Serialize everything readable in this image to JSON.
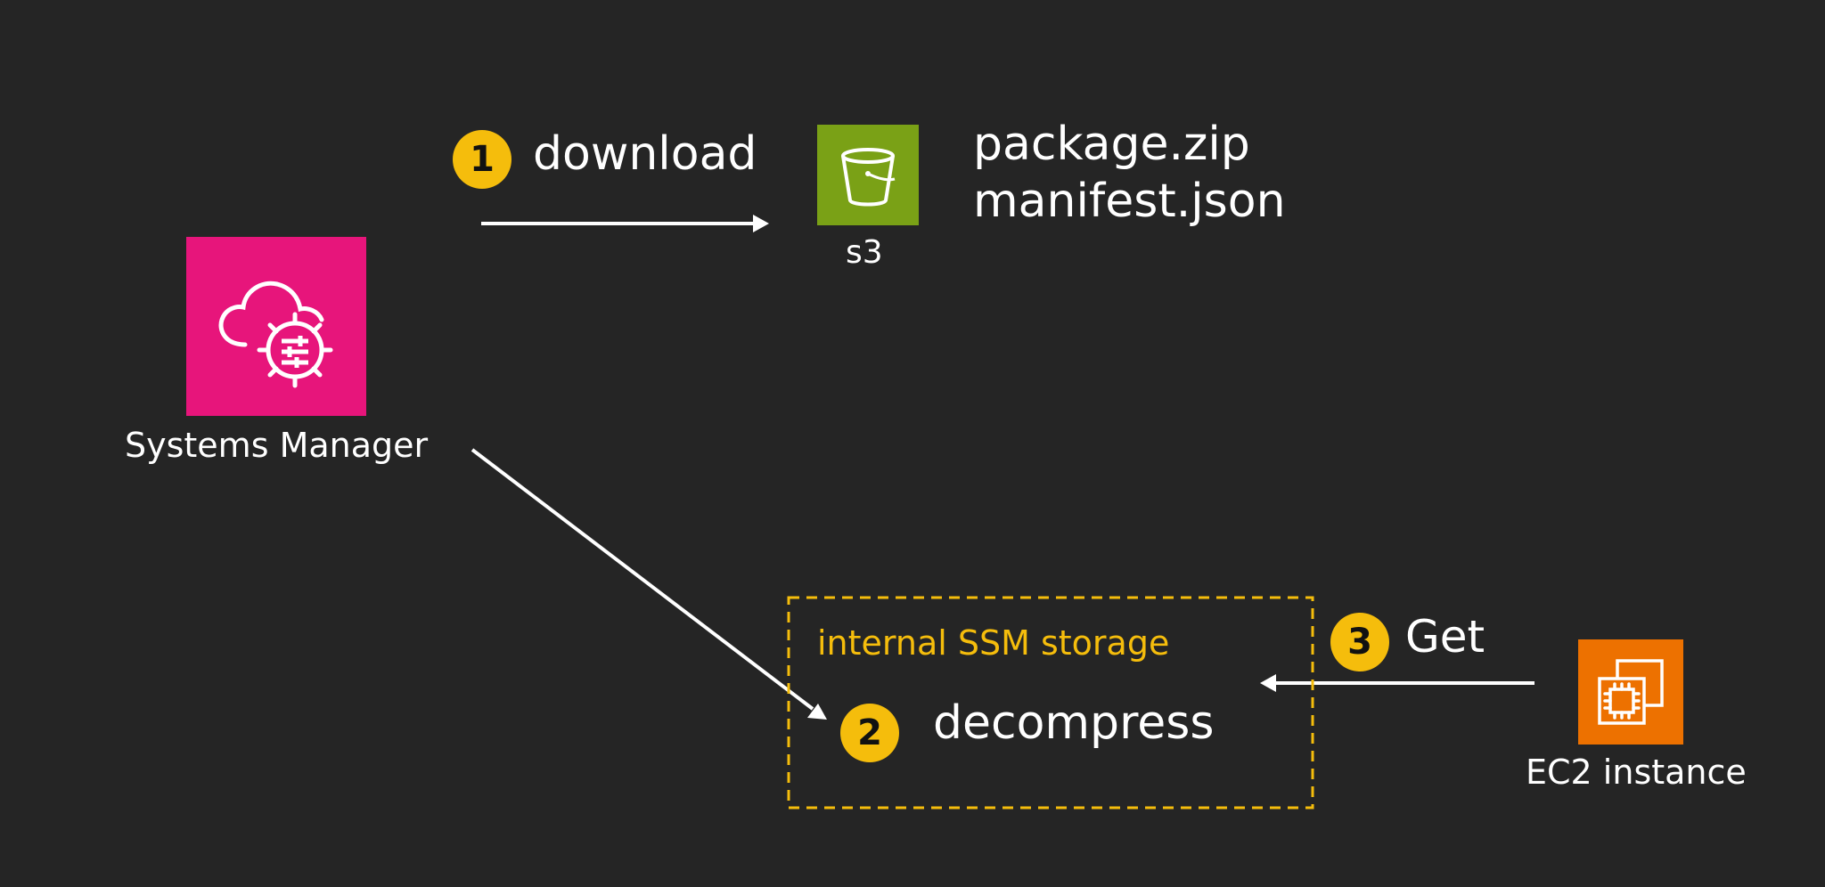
{
  "steps": {
    "download": {
      "number": "1",
      "label": "download"
    },
    "decompress": {
      "number": "2",
      "label": "decompress"
    },
    "get": {
      "number": "3",
      "label": "Get"
    }
  },
  "services": {
    "systems_manager": {
      "label": "Systems Manager",
      "icon": "systems-manager-icon",
      "color": "#e7157b"
    },
    "s3": {
      "label": "s3",
      "icon": "s3-bucket-icon",
      "color": "#7aa116"
    },
    "ec2": {
      "label": "EC2 instance",
      "icon": "ec2-chip-icon",
      "color": "#ed7100"
    }
  },
  "files": [
    "package.zip",
    "manifest.json"
  ],
  "storage": {
    "label": "internal SSM storage",
    "color": "#f5bd0c"
  },
  "colors": {
    "background": "#252525",
    "badge": "#f5bd0c",
    "text": "#ffffff"
  }
}
